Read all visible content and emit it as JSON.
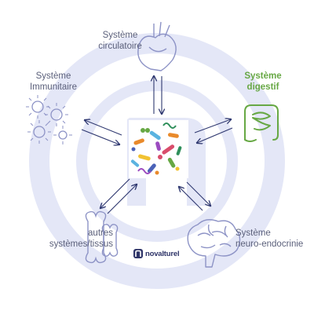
{
  "diagram": {
    "center": {
      "name": "microbiota"
    },
    "nodes": {
      "circulatory": {
        "lines": [
          "Système",
          "circulatoire"
        ],
        "icon": "heart-icon"
      },
      "immune": {
        "lines": [
          "Système",
          "Immunitaire"
        ],
        "icon": "virus-cells-icon"
      },
      "digestive": {
        "lines": [
          "Système",
          "digestif"
        ],
        "icon": "intestine-icon",
        "highlighted": true
      },
      "other": {
        "lines": [
          "autres",
          "systèmes/tissus"
        ],
        "icon": "bone-icon"
      },
      "neuro": {
        "lines": [
          "Système",
          "neuro-endocrinie"
        ],
        "icon": "brain-icon"
      }
    },
    "arrows": "bidirectional"
  },
  "brand": {
    "name": "novalturel",
    "tagline": ""
  },
  "colors": {
    "watermark": "#dde2f5",
    "icon_stroke": "#8d93c6",
    "highlight": "#67a844",
    "arrow": "#2f3870",
    "text": "#5a5f7a",
    "brand": "#2e3468"
  }
}
